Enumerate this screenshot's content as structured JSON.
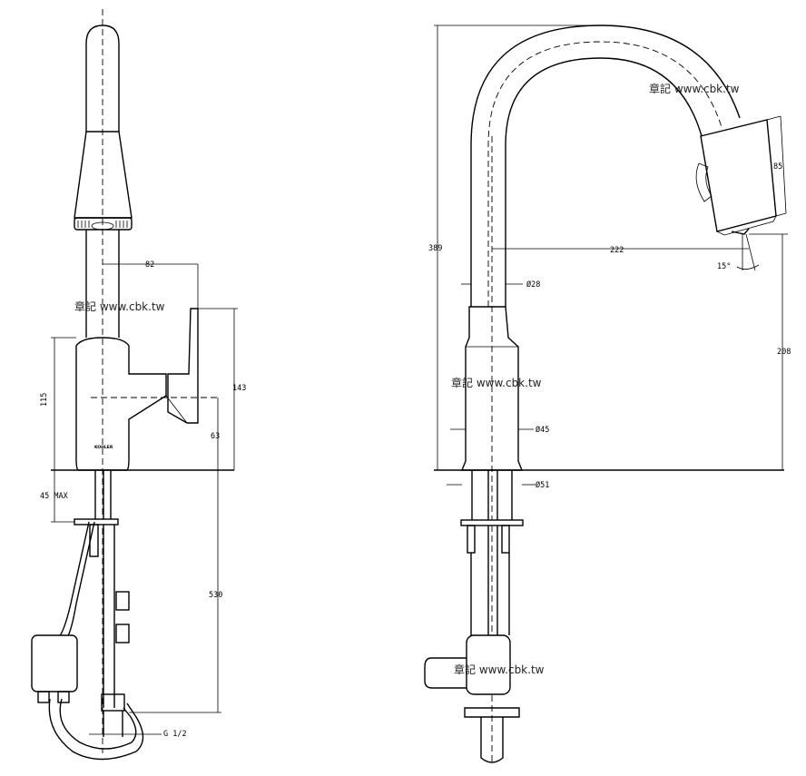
{
  "watermark": "章記 www.cbk.tw",
  "brand_mark": "KOHLER",
  "side_view": {
    "dims": {
      "spout_reach": "82",
      "body_height": "115",
      "total_height": "143",
      "handle_height": "63",
      "deck_max": "45 MAX",
      "hose_length": "530",
      "thread": "G 1/2"
    }
  },
  "front_view": {
    "dims": {
      "overall_height": "389",
      "spout_reach": "222",
      "spray_head": "85",
      "spout_angle": "15°",
      "spout_dia": "Ø28",
      "outlet_height": "208",
      "body_dia": "Ø45",
      "base_dia": "Ø51"
    }
  }
}
